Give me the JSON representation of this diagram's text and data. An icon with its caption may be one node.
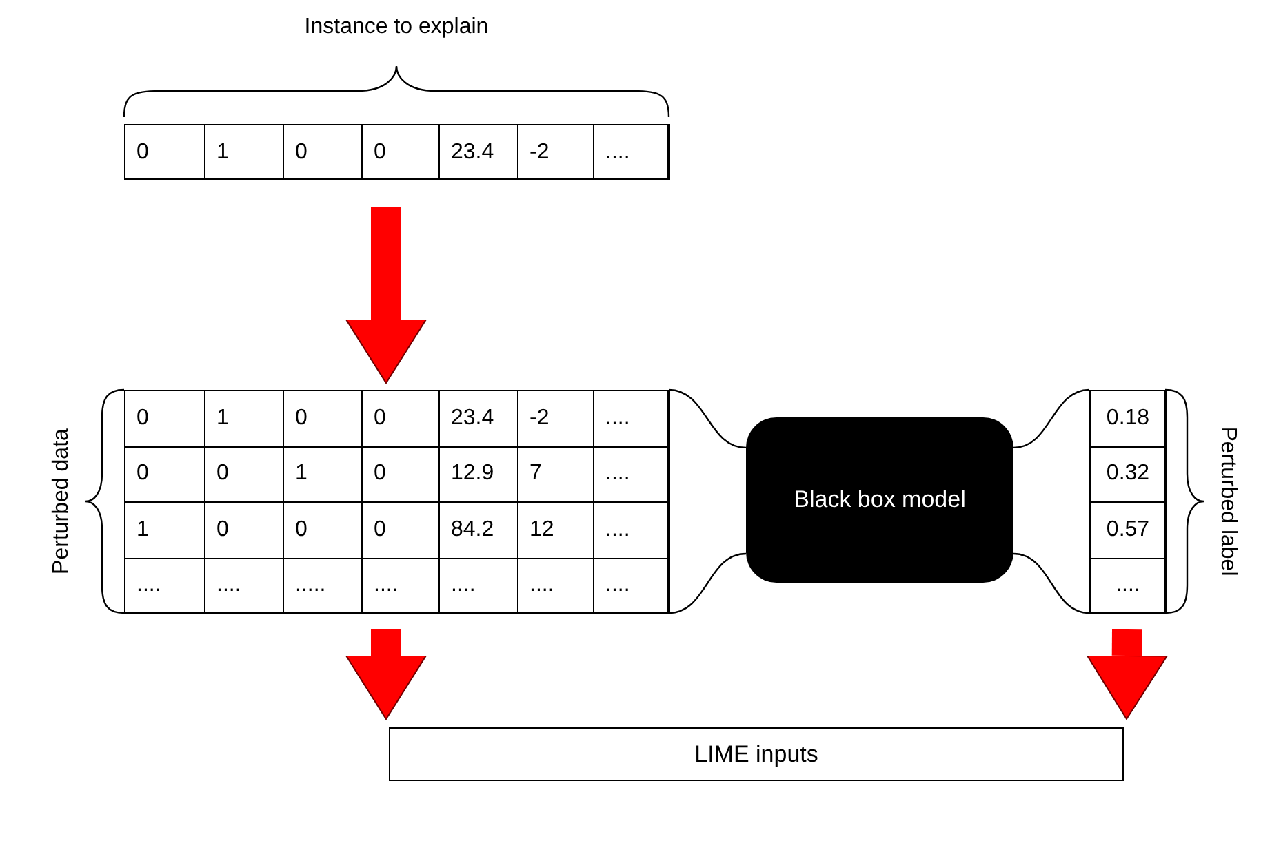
{
  "diagram": {
    "nodes": [
      {
        "text": [
          "Instance to explain",
          "0",
          "1",
          "0",
          "0",
          "23.4",
          "-2",
          "...."
        ]
      },
      {
        "text": [
          "Perturbed data",
          "0",
          "1",
          "0",
          "0",
          "23.4",
          "-2",
          "....",
          "0",
          "0",
          "1",
          "0",
          "12.9",
          "7",
          "....",
          "1",
          "0",
          "0",
          "0",
          "84.2",
          "12",
          "....",
          "....",
          "....",
          ".....",
          "....",
          "....",
          "....",
          "...."
        ]
      },
      {
        "text": [
          "Black box model"
        ]
      },
      {
        "text": [
          "Perturbed label",
          "0.18",
          "0.32",
          "0.57",
          "...."
        ]
      },
      {
        "text": [
          "LIME inputs"
        ]
      }
    ],
    "edges": [
      {
        "from": 0,
        "to": 1,
        "arrow": "to",
        "style": "thick",
        "color": "#ff0000"
      },
      {
        "from": 1,
        "to": 4,
        "arrow": "to",
        "style": "thick",
        "color": "#ff0000"
      },
      {
        "from": 3,
        "to": 4,
        "arrow": "to",
        "style": "thick",
        "color": "#ff0000"
      },
      {
        "from": 1,
        "to": 2,
        "arrow": "none"
      },
      {
        "from": 1,
        "to": 2,
        "arrow": "none"
      },
      {
        "from": 2,
        "to": 3,
        "arrow": "none"
      },
      {
        "from": 2,
        "to": 3,
        "arrow": "none"
      }
    ]
  }
}
